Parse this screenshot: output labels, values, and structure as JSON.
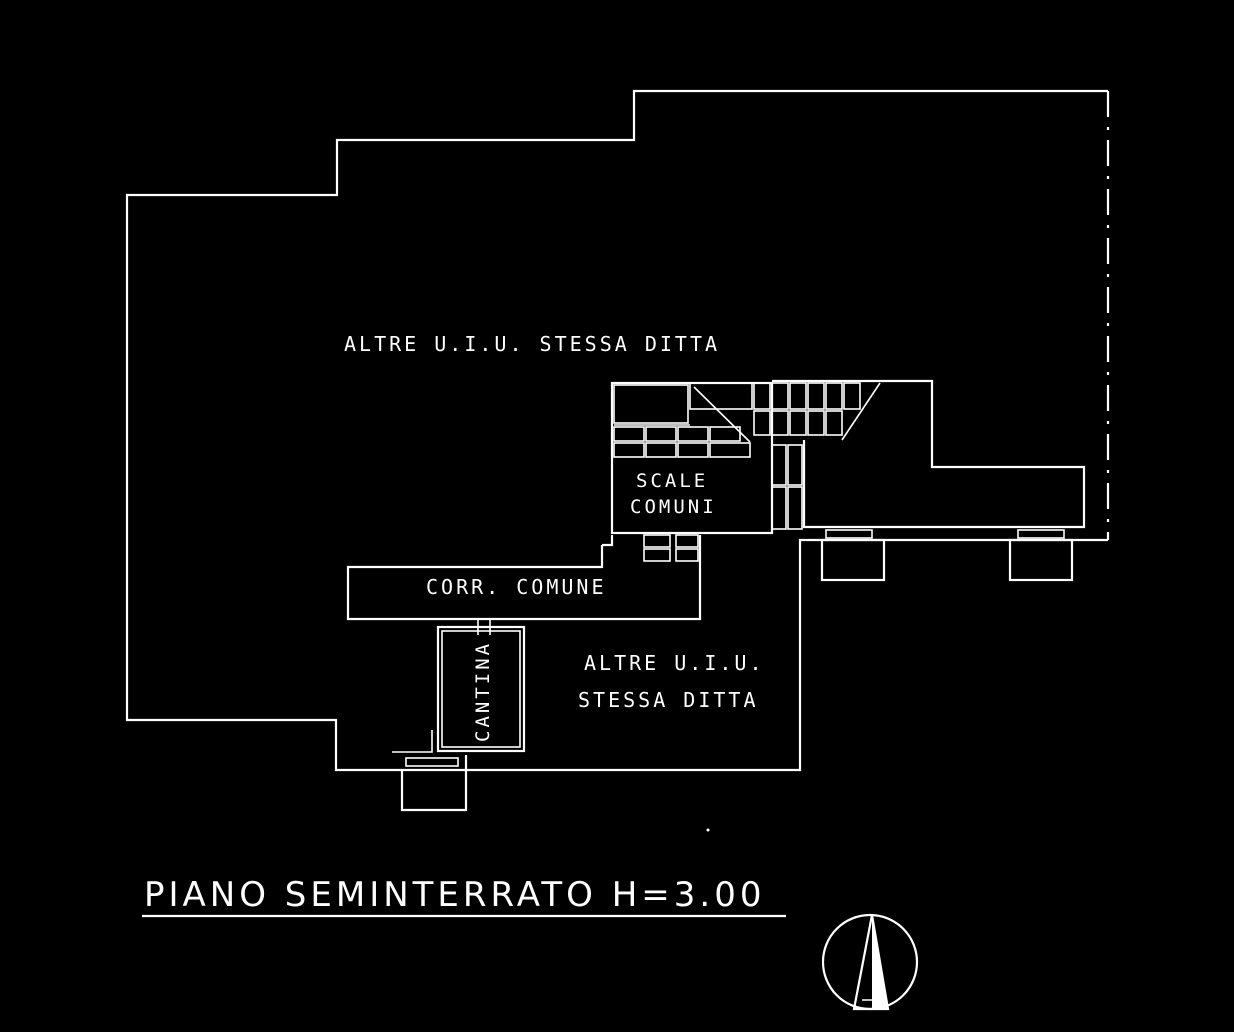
{
  "labels": {
    "upper_units": "ALTRE U.I.U. STESSA DITTA",
    "stairs_line1": "SCALE",
    "stairs_line2": "COMUNI",
    "corridor": "CORR. COMUNE",
    "cellar": "CANTINA",
    "lower_units_line1": "ALTRE U.I.U.",
    "lower_units_line2": "STESSA DITTA"
  },
  "title": "PIANO SEMINTERRATO H=3.00",
  "compass": {
    "icon": "north-arrow-icon"
  },
  "colors": {
    "background": "#000000",
    "lines": "#ffffff"
  }
}
